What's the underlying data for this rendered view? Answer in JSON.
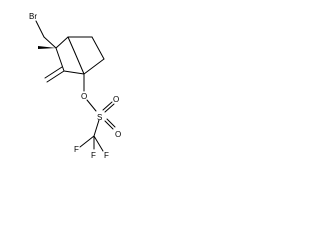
{
  "molecule": {
    "atoms": {
      "br": "Br",
      "o_ester": "O",
      "s": "S",
      "o_top": "O",
      "o_bottom": "O",
      "f1": "F",
      "f2": "F",
      "f3": "F"
    },
    "colors": {
      "bond": "#000000",
      "background": "#ffffff",
      "label": "#000000"
    }
  }
}
